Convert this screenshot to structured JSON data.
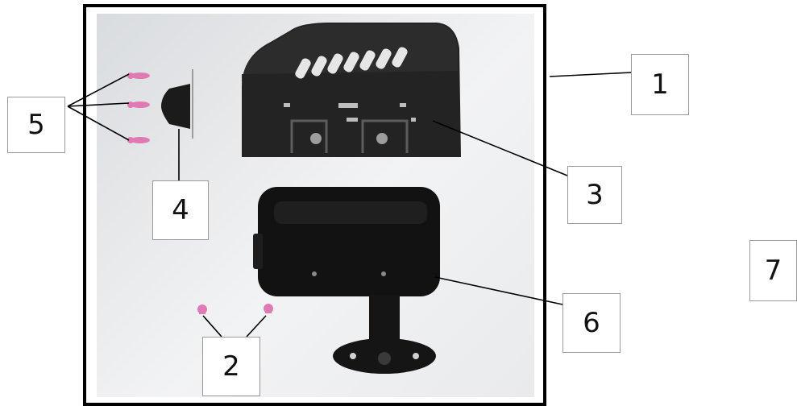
{
  "callouts": [
    {
      "id": "c1",
      "label": "1"
    },
    {
      "id": "c2",
      "label": "2"
    },
    {
      "id": "c3",
      "label": "3"
    },
    {
      "id": "c4",
      "label": "4"
    },
    {
      "id": "c5",
      "label": "5"
    },
    {
      "id": "c6",
      "label": "6"
    },
    {
      "id": "c7",
      "label": "7"
    }
  ],
  "colors": {
    "frame": "#000000",
    "part": "#1b1b1b",
    "screw": "#e07ab4",
    "leader": "#000000"
  }
}
